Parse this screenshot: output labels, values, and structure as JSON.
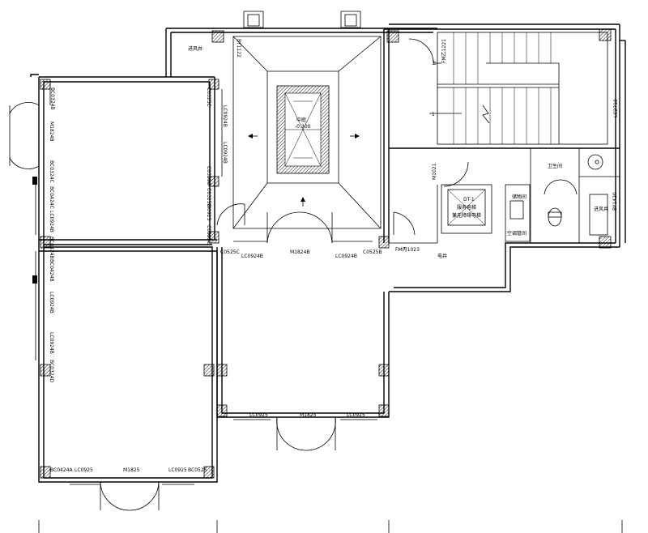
{
  "labels": {
    "by1122": "BY1122",
    "jinfeng_left": "进风井",
    "bc0324b_top": "BC0324B",
    "c0325c_top": "C0325C",
    "lc0924b_r1": "LC0924B",
    "lc0924b_r1b": "LC0924B",
    "c0325c_mid": "C0325C",
    "c0325c_mid2": "C0325C",
    "m1824b_left": "M1824B",
    "bc0324c_left": "BC0324C",
    "bc0424c_left": "BC0424C",
    "lc0924b_left": "LC0924B",
    "m0925": "M0925",
    "c0525c_corner": "C0525C",
    "bc0424b_a": "BC0424B",
    "bc0424b_b": "BC0424B",
    "lc0924b_l2": "LC0924B",
    "lc0924b_l3": "LC0924B",
    "bc0324d": "BC0324D",
    "zhongting": "中庭",
    "elev": "-0.300",
    "c0525c_bottom": "C0525C",
    "lc0924b_b1": "LC0924B",
    "m1824b_bottom": "M1824B",
    "lc0924b_b2": "LC0924B",
    "c0525b": "C0525B",
    "fm1023": "FM丙1023",
    "dianjing": "电井",
    "fm_stair": "FM乙1221",
    "lc2710": "LC2710",
    "up": "上",
    "m1021": "M1021",
    "weishengjian": "卫生间",
    "dt1": "DT-1",
    "fuwu1": "服务电梯",
    "fuwu2": "兼无障碍电梯",
    "zhiwujian": "储物间",
    "kongtiao": "空调管间",
    "jinfeng_right": "进风井",
    "by1420": "BY1420",
    "lc0925_a": "LC0925",
    "m1825_a": "M1825",
    "lc0925_b": "LC0925",
    "bc0424a": "BC0424A",
    "lc0925_c": "LC0925",
    "m1825_b": "M1825",
    "lc0925_d": "LC0925",
    "bc0525": "BC0525",
    "one": "1"
  }
}
